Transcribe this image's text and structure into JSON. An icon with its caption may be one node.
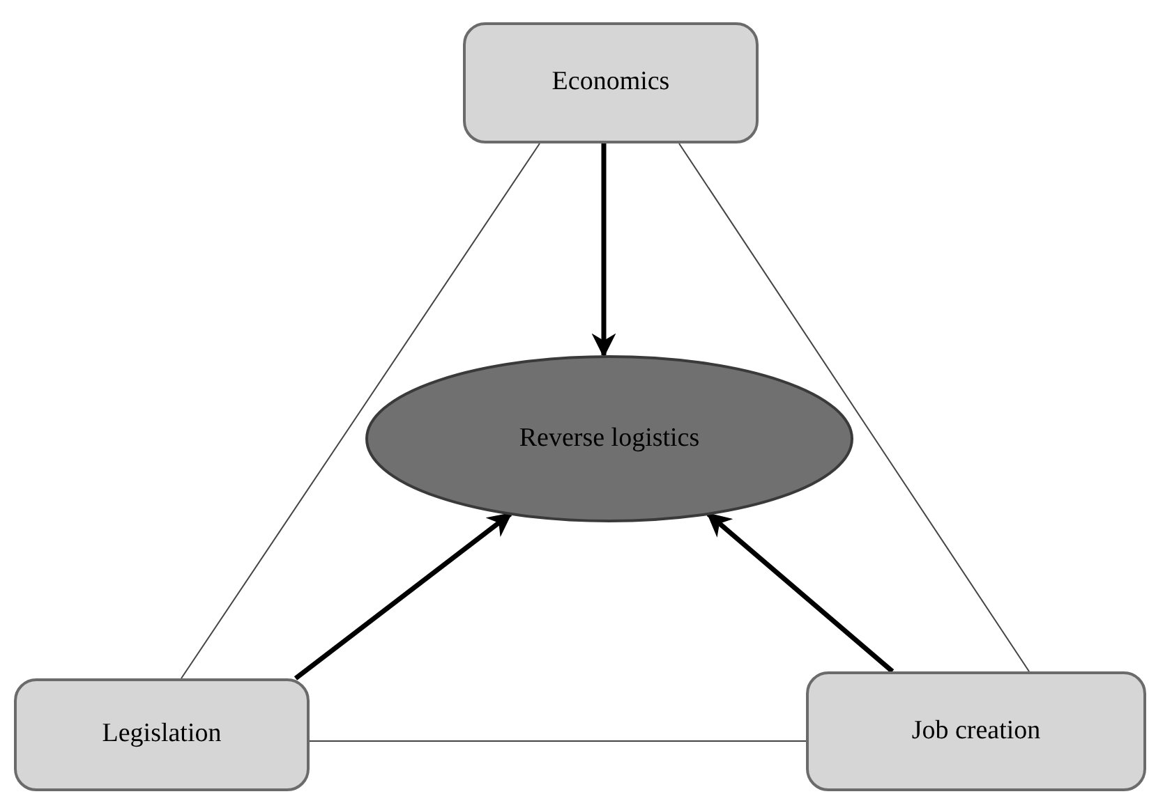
{
  "diagram": {
    "nodes": [
      {
        "text": [
          "Economics"
        ]
      },
      {
        "text": [
          "Reverse logistics"
        ]
      },
      {
        "text": [
          "Legislation"
        ]
      },
      {
        "text": [
          "Job creation"
        ]
      }
    ],
    "edges": [
      {
        "from": 0,
        "to": 1,
        "arrow": "to",
        "style": "thick"
      },
      {
        "from": 2,
        "to": 1,
        "arrow": "to",
        "style": "thick"
      },
      {
        "from": 3,
        "to": 1,
        "arrow": "to",
        "style": "thick"
      },
      {
        "from": 0,
        "to": 2,
        "arrow": "none"
      },
      {
        "from": 0,
        "to": 3,
        "arrow": "none"
      },
      {
        "from": 2,
        "to": 3,
        "arrow": "none"
      }
    ]
  }
}
